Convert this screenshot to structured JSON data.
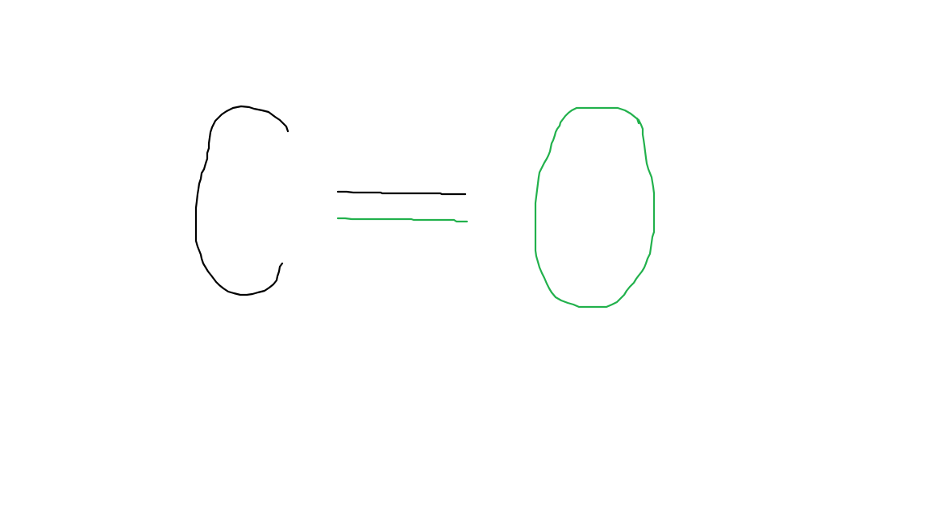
{
  "drawing": {
    "colors": {
      "background": "#ffffff",
      "black_ink": "#000000",
      "green_ink": "#22b14c"
    },
    "strokes": [
      {
        "name": "letter-c-stroke",
        "color_key": "black_ink"
      },
      {
        "name": "equals-top-stroke",
        "color_key": "black_ink"
      },
      {
        "name": "equals-bottom-stroke",
        "color_key": "green_ink"
      },
      {
        "name": "zero-oval-stroke",
        "color_key": "green_ink"
      }
    ]
  }
}
